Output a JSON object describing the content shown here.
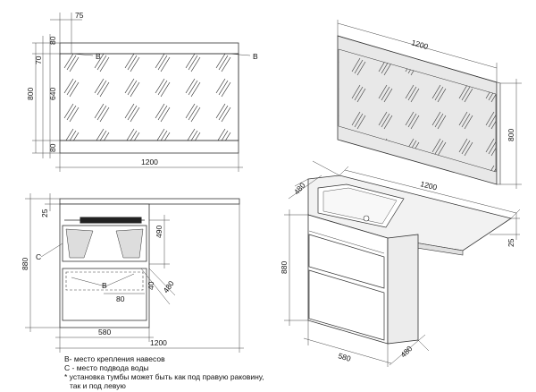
{
  "mirror_front": {
    "dim_offset": "75",
    "dim_top_border": "80",
    "dim_mount_height": "70",
    "dim_total_height": "800",
    "dim_glass_height": "640",
    "dim_bottom_border": "80",
    "dim_width": "1200",
    "mount_label_left": "B",
    "mount_label_right": "B"
  },
  "mirror_iso": {
    "dim_width": "1200",
    "dim_height": "800"
  },
  "cabinet_front": {
    "dim_top": "25",
    "dim_height": "880",
    "dim_drawer": "490",
    "dim_depth_side": "40",
    "dim_depth": "480",
    "dim_inner": "80",
    "dim_width": "580",
    "dim_total_width": "1200",
    "water_label": "C",
    "mount_label": "B"
  },
  "cabinet_iso": {
    "dim_depth_top": "480",
    "dim_width_top": "1200",
    "dim_height": "880",
    "dim_thickness": "25",
    "dim_width_bottom": "580",
    "dim_depth_bottom": "480"
  },
  "notes": {
    "line1": "B- место крепления навесов",
    "line2": "C - место подвода воды",
    "line3": "* установка тумбы может быть как под правую раковину,",
    "line4": "так и под левую"
  }
}
